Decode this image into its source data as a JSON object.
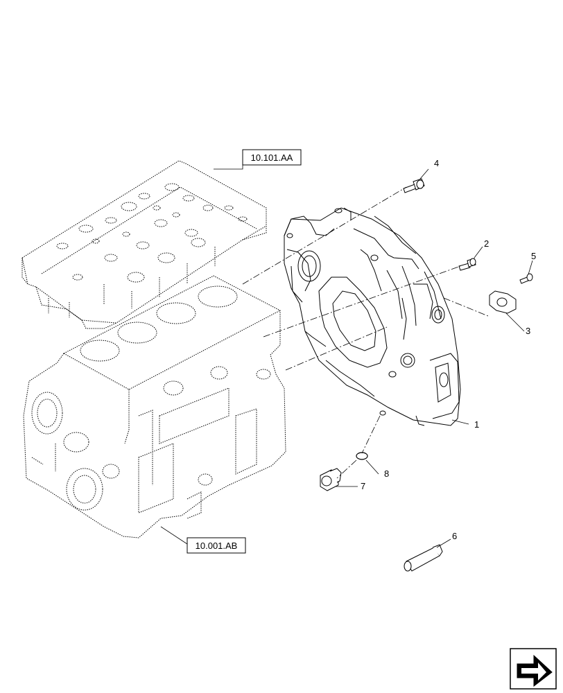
{
  "diagram": {
    "reference_boxes": [
      {
        "id": "ref-top",
        "label": "10.101.AA"
      },
      {
        "id": "ref-bottom",
        "label": "10.001.AB"
      }
    ],
    "callouts": [
      {
        "id": "c1",
        "number": "1"
      },
      {
        "id": "c2",
        "number": "2"
      },
      {
        "id": "c3",
        "number": "3"
      },
      {
        "id": "c4",
        "number": "4"
      },
      {
        "id": "c5",
        "number": "5"
      },
      {
        "id": "c6",
        "number": "6"
      },
      {
        "id": "c7",
        "number": "7"
      },
      {
        "id": "c8",
        "number": "8"
      }
    ],
    "nav_icon": "previous-page-arrow-icon",
    "colors": {
      "line": "#000000",
      "background": "#ffffff"
    }
  }
}
